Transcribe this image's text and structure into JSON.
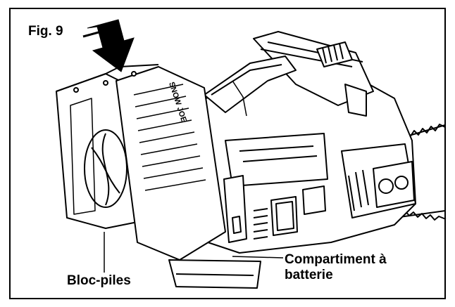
{
  "figure": {
    "label": "Fig. 9",
    "callouts": {
      "battery_pack": "Bloc-piles",
      "compartment_line1": "Compartiment à",
      "compartment_line2": "batterie"
    },
    "battery_brand_text": "SNOW JOE"
  },
  "colors": {
    "line": "#000000",
    "background": "#ffffff"
  },
  "icons": [
    "down-arrow-icon"
  ]
}
